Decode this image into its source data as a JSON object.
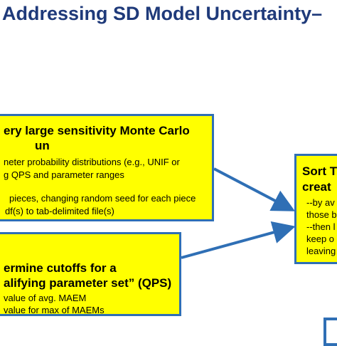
{
  "title": "r Addressing SD Model Uncertainty–",
  "box1": {
    "lines": [
      "ery large sensitivity Monte Carlo",
      "un",
      "neter probability  distributions (e.g., UNIF or",
      "g QPS and parameter ranges",
      "pieces, changing random seed for each piece",
      "df(s) to tab-delimited file(s)"
    ]
  },
  "box2": {
    "lines": [
      "ermine cutoffs for a",
      "alifying parameter set” (QPS)",
      " value of avg. MAEM",
      " value for max of MAEMs"
    ]
  },
  "box3": {
    "lines": [
      "Sort T",
      "creat",
      "--by av",
      "those b",
      "--then l",
      "keep o",
      "leaving"
    ]
  },
  "colors": {
    "box_fill": "#ffff00",
    "border": "#2f6fb5",
    "title": "#1f3a7a"
  }
}
